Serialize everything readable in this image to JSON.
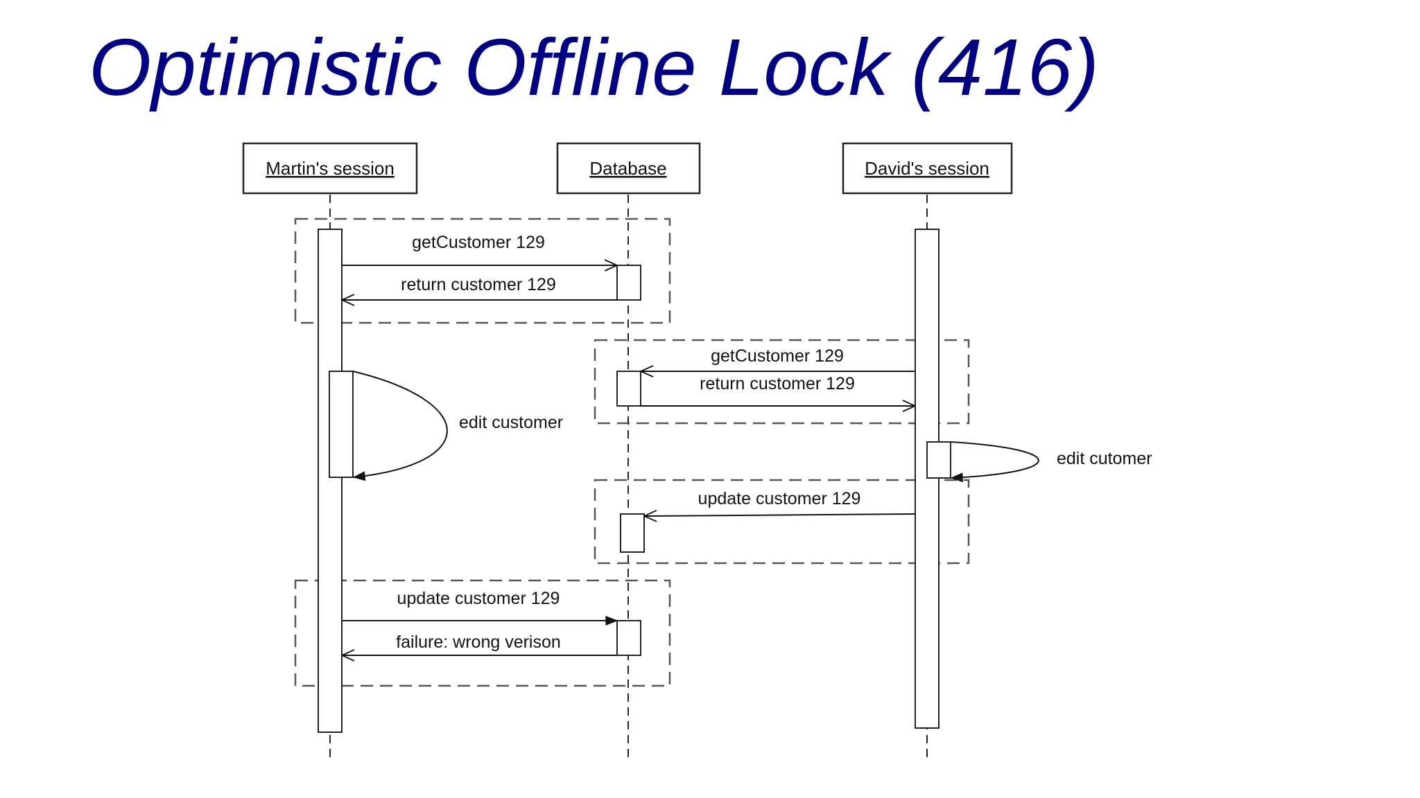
{
  "title": "Optimistic Offline Lock (416)",
  "participants": [
    {
      "id": "martin",
      "label": "Martin's session"
    },
    {
      "id": "database",
      "label": "Database"
    },
    {
      "id": "david",
      "label": "David's session"
    }
  ],
  "messages": {
    "m1": "getCustomer 129",
    "m2": "return customer 129",
    "m3": "getCustomer 129",
    "m4": "return customer 129",
    "m5": "edit customer",
    "m6": "edit cutomer",
    "m7": "update customer 129",
    "m8": "update customer 129",
    "m9": "failure: wrong verison"
  },
  "colors": {
    "title": "#000080",
    "line": "#111111",
    "frame": "#555555"
  }
}
